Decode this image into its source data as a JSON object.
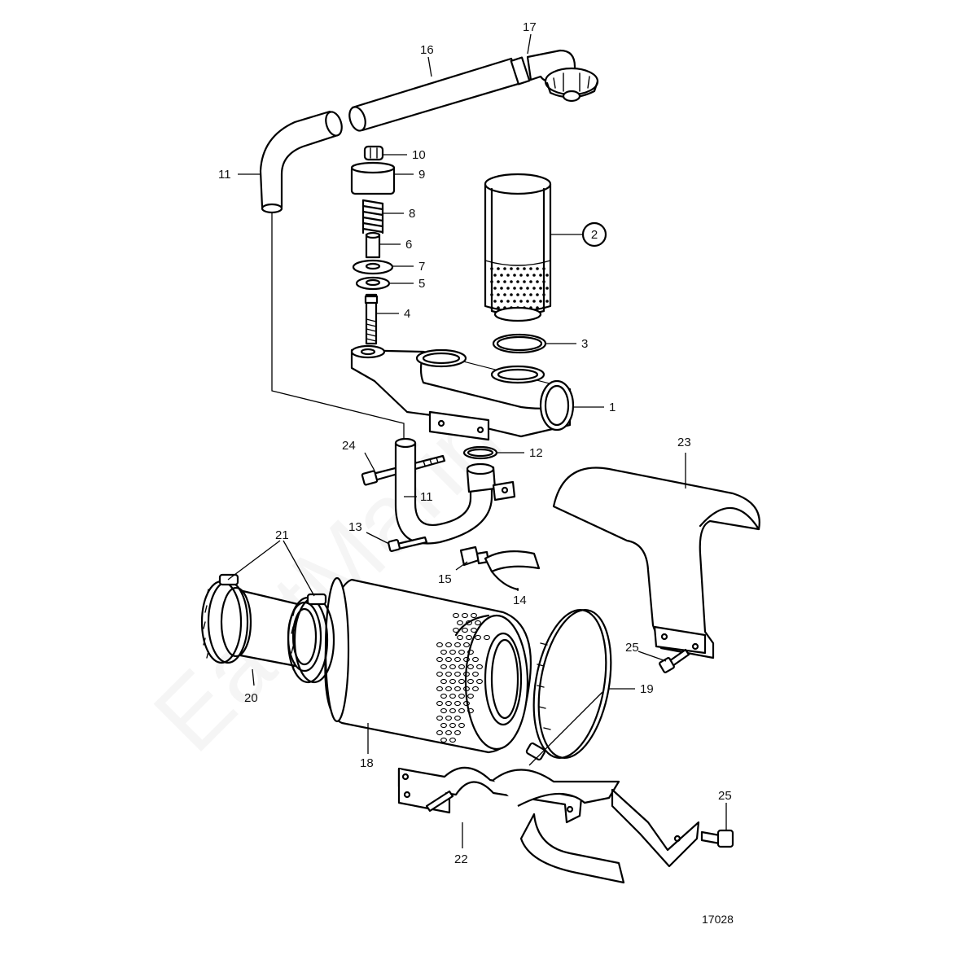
{
  "diagram": {
    "drawing_number": "17028",
    "watermark_text": "EastMarine",
    "colors": {
      "line": "#000000",
      "background": "#ffffff"
    },
    "callouts": [
      {
        "id": "c1",
        "label": "1"
      },
      {
        "id": "c2",
        "label": "2",
        "circled": true
      },
      {
        "id": "c3",
        "label": "3"
      },
      {
        "id": "c4",
        "label": "4"
      },
      {
        "id": "c5",
        "label": "5"
      },
      {
        "id": "c6",
        "label": "6"
      },
      {
        "id": "c7",
        "label": "7"
      },
      {
        "id": "c8",
        "label": "8"
      },
      {
        "id": "c9",
        "label": "9"
      },
      {
        "id": "c10",
        "label": "10"
      },
      {
        "id": "c11a",
        "label": "11"
      },
      {
        "id": "c11b",
        "label": "11"
      },
      {
        "id": "c12",
        "label": "12"
      },
      {
        "id": "c13",
        "label": "13"
      },
      {
        "id": "c14",
        "label": "14"
      },
      {
        "id": "c15",
        "label": "15"
      },
      {
        "id": "c16",
        "label": "16"
      },
      {
        "id": "c17",
        "label": "17"
      },
      {
        "id": "c18",
        "label": "18"
      },
      {
        "id": "c19",
        "label": "19"
      },
      {
        "id": "c20",
        "label": "20"
      },
      {
        "id": "c21",
        "label": "21"
      },
      {
        "id": "c22",
        "label": "22"
      },
      {
        "id": "c23",
        "label": "23"
      },
      {
        "id": "c24",
        "label": "24"
      },
      {
        "id": "c25a",
        "label": "25"
      },
      {
        "id": "c25b",
        "label": "25"
      }
    ]
  }
}
